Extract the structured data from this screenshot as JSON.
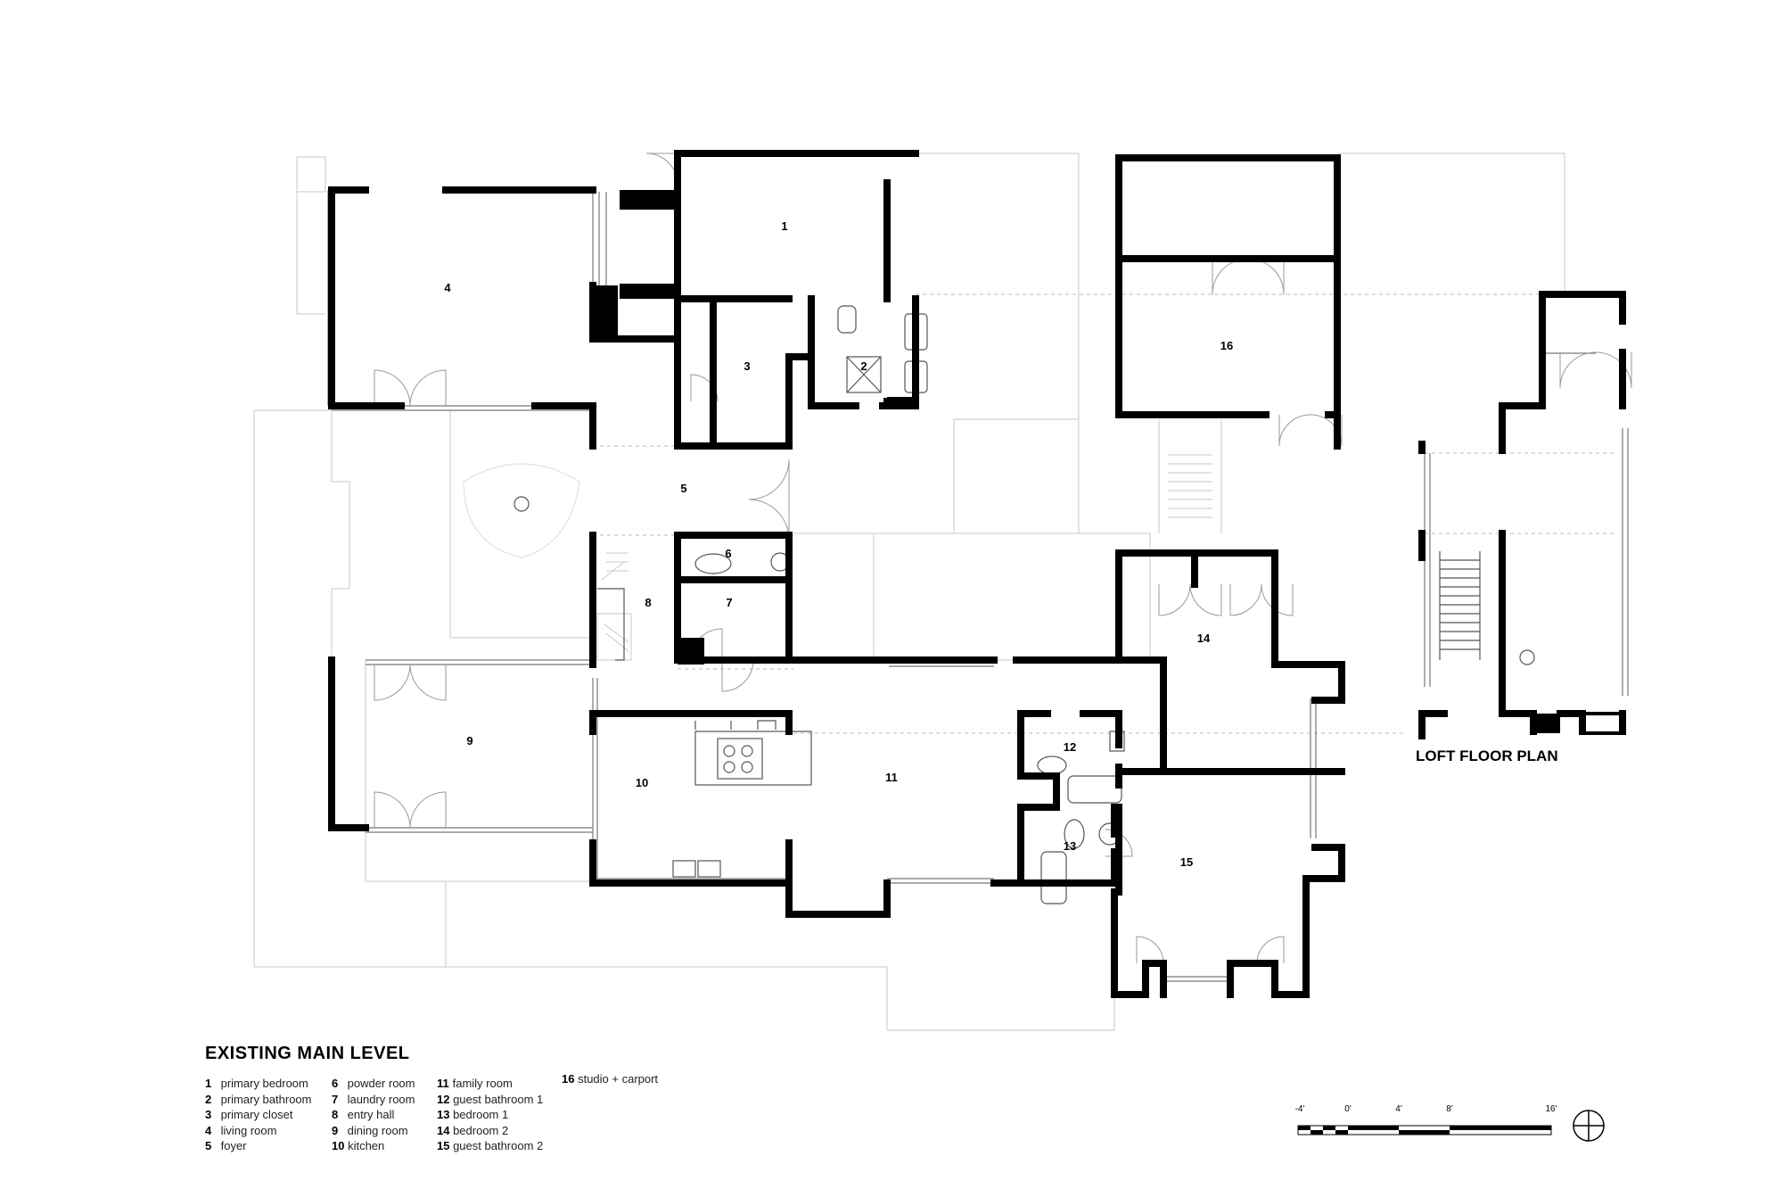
{
  "plan_title": "EXISTING MAIN LEVEL",
  "loft_title": "LOFT FLOOR PLAN",
  "legend_columns": [
    [
      {
        "num": "1",
        "name": "primary bedroom"
      },
      {
        "num": "2",
        "name": "primary bathroom"
      },
      {
        "num": "3",
        "name": "primary closet"
      },
      {
        "num": "4",
        "name": "living room"
      },
      {
        "num": "5",
        "name": "foyer"
      }
    ],
    [
      {
        "num": "6",
        "name": "powder room"
      },
      {
        "num": "7",
        "name": "laundry room"
      },
      {
        "num": "8",
        "name": "entry hall"
      },
      {
        "num": "9",
        "name": "dining room"
      },
      {
        "num": "10",
        "name": "kitchen"
      }
    ],
    [
      {
        "num": "11",
        "name": "family room"
      },
      {
        "num": "12",
        "name": "guest bathroom 1"
      },
      {
        "num": "13",
        "name": "bedroom 1"
      },
      {
        "num": "14",
        "name": "bedroom 2"
      },
      {
        "num": "15",
        "name": "guest bathroom 2"
      }
    ],
    [
      {
        "num": "16",
        "name": "studio + carport"
      }
    ]
  ],
  "room_labels": [
    "1",
    "2",
    "3",
    "4",
    "5",
    "6",
    "7",
    "8",
    "9",
    "10",
    "11",
    "12",
    "13",
    "14",
    "15",
    "16"
  ],
  "scale_labels": [
    "-4'",
    "0'",
    "4'",
    "8'",
    "16'"
  ],
  "icons": {
    "north_arrow": "north-arrow-icon"
  }
}
